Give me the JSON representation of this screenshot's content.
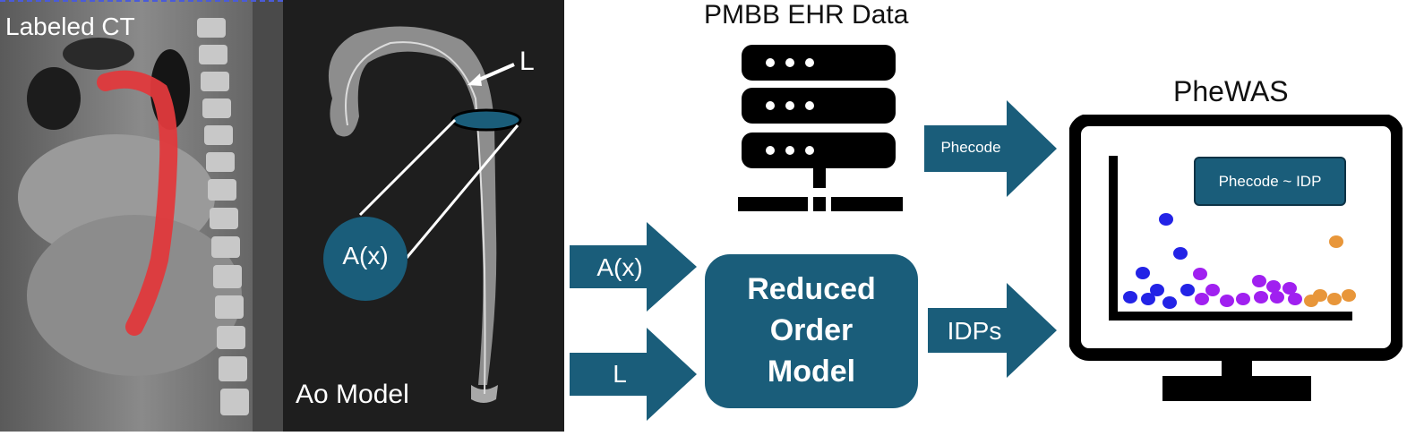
{
  "panels": {
    "ct_label": "Labeled CT",
    "model_label": "Ao Model",
    "length_label": "L",
    "area_label": "A(x)"
  },
  "ehr": {
    "title": "PMBB EHR Data"
  },
  "arrows": {
    "phecode": "Phecode",
    "area_input": "A(x)",
    "length_input": "L",
    "idps": "IDPs"
  },
  "rom": {
    "line1": "Reduced",
    "line2": "Order",
    "line3": "Model"
  },
  "phewas": {
    "title": "PheWAS",
    "formula": "Phecode ~ IDP"
  },
  "colors": {
    "teal": "#1a5d7a",
    "blue": "#2323e6",
    "purple": "#a020f0",
    "orange": "#e8963a",
    "aorta_red": "#e0393c"
  }
}
